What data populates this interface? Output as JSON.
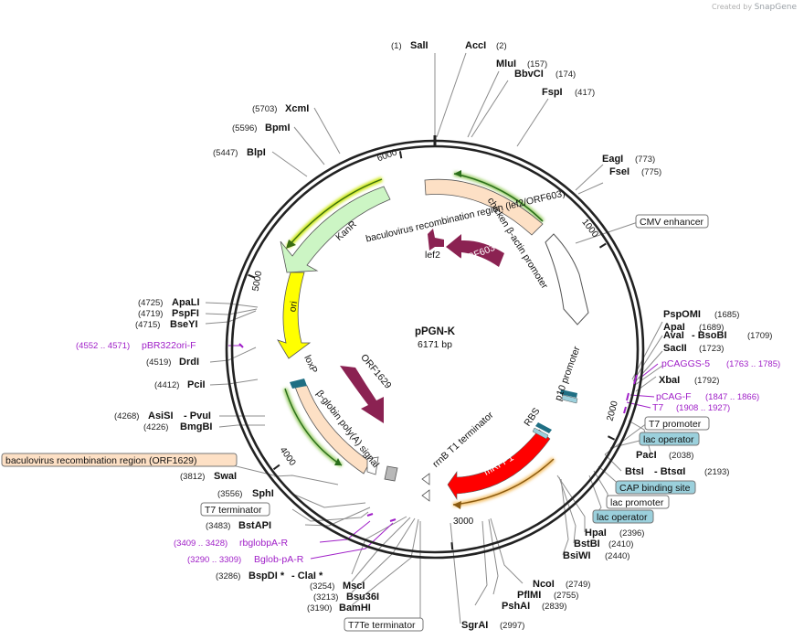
{
  "credit": {
    "prefix": "Created by",
    "brand": "SnapGene"
  },
  "plasmid": {
    "name": "pPGN-K",
    "size": "6171 bp",
    "length": 6171
  },
  "ticks": [
    "1000",
    "2000",
    "3000",
    "4000",
    "5000",
    "6000"
  ],
  "enzymes": {
    "SalI": {
      "name": "SalI",
      "pos": "(1)"
    },
    "AccI": {
      "name": "AccI",
      "pos": "(2)"
    },
    "MluI": {
      "name": "MluI",
      "pos": "(157)"
    },
    "BbvCI": {
      "name": "BbvCI",
      "pos": "(174)"
    },
    "FspI": {
      "name": "FspI",
      "pos": "(417)"
    },
    "EagI": {
      "name": "EagI",
      "pos": "(773)"
    },
    "FseI": {
      "name": "FseI",
      "pos": "(775)"
    },
    "PspOMI": {
      "name": "PspOMI",
      "pos": "(1685)"
    },
    "ApaI": {
      "name": "ApaI",
      "pos": "(1689)"
    },
    "AvaI": {
      "name": "AvaI",
      "name2": "BsoBI",
      "pos": "(1709)"
    },
    "SacII": {
      "name": "SacII",
      "pos": "(1723)"
    },
    "XbaI": {
      "name": "XbaI",
      "pos": "(1792)"
    },
    "PacI": {
      "name": "PacI",
      "pos": "(2038)"
    },
    "BtsI": {
      "name": "BtsI",
      "name2": "BtsαI",
      "pos": "(2193)"
    },
    "HpaI": {
      "name": "HpaI",
      "pos": "(2396)"
    },
    "BstBI": {
      "name": "BstBI",
      "pos": "(2410)"
    },
    "BsiWI": {
      "name": "BsiWI",
      "pos": "(2440)"
    },
    "NcoI": {
      "name": "NcoI",
      "pos": "(2749)"
    },
    "PflMI": {
      "name": "PflMI",
      "pos": "(2755)"
    },
    "PshAI": {
      "name": "PshAI",
      "pos": "(2839)"
    },
    "SgrAI": {
      "name": "SgrAI",
      "pos": "(2997)"
    },
    "BamHI": {
      "name": "BamHI",
      "pos": "(3190)"
    },
    "Bsu36I": {
      "name": "Bsu36I",
      "pos": "(3213)"
    },
    "MscI": {
      "name": "MscI",
      "pos": "(3254)"
    },
    "BspDI": {
      "name": "BspDI *",
      "name2": "ClaI *",
      "pos": "(3286)"
    },
    "BstAPI": {
      "name": "BstAPI",
      "pos": "(3483)"
    },
    "SphI": {
      "name": "SphI",
      "pos": "(3556)"
    },
    "SwaI": {
      "name": "SwaI",
      "pos": "(3812)"
    },
    "BmgBI": {
      "name": "BmgBI",
      "pos": "(4226)"
    },
    "AsiSI": {
      "name": "AsiSI",
      "name2": "PvuI",
      "pos": "(4268)"
    },
    "PciI": {
      "name": "PciI",
      "pos": "(4412)"
    },
    "DrdI": {
      "name": "DrdI",
      "pos": "(4519)"
    },
    "BseYI": {
      "name": "BseYI",
      "pos": "(4715)"
    },
    "PspFI": {
      "name": "PspFI",
      "pos": "(4719)"
    },
    "ApaLI": {
      "name": "ApaLI",
      "pos": "(4725)"
    },
    "BlpI": {
      "name": "BlpI",
      "pos": "(5447)"
    },
    "BpmI": {
      "name": "BpmI",
      "pos": "(5596)"
    },
    "XcmI": {
      "name": "XcmI",
      "pos": "(5703)"
    }
  },
  "primers": {
    "pCAGGS5": {
      "name": "pCAGGS-5",
      "range": "(1763 .. 1785)"
    },
    "pCAGF": {
      "name": "pCAG-F",
      "range": "(1847 .. 1866)"
    },
    "T7": {
      "name": "T7",
      "range": "(1908 .. 1927)"
    },
    "pBR322oriF": {
      "name": "pBR322ori-F",
      "range": "(4552 .. 4571)"
    },
    "rbglobpAR": {
      "name": "rbglobpA-R",
      "range": "(3409 .. 3428)"
    },
    "BglobpAR": {
      "name": "Bglob-pA-R",
      "range": "(3290 .. 3309)"
    }
  },
  "boxed_features": {
    "cmv": "CMV enhancer",
    "t7prom": "T7 promoter",
    "lacop1": "lac operator",
    "cap": "CAP binding site",
    "lacprom": "lac promoter",
    "lacop2": "lac operator",
    "t7term": "T7 terminator",
    "t7te": "T7Te terminator",
    "bacorf1629": "baculovirus recombination region (ORF1629)"
  },
  "features": {
    "kanr": "KanR",
    "ori": "ori",
    "orf603": "ORF603",
    "orf1629": "ORF1629",
    "lef2": "lef2",
    "mrfp1": "mRFP1",
    "loxp": "loxP",
    "bglobin": "β-globin poly(A) signal",
    "rrnb": "rrnB T1 terminator",
    "rbs": "RBS",
    "p10": "p10 promoter",
    "chicken": "chicken β-actin promoter",
    "bacleft": "baculovirus recombination region (lef2/ORF603)"
  },
  "colors": {
    "kanr": "#ccf5c4",
    "ori": "#ffff00",
    "orf": "#8b2252",
    "mrfp1": "#ff0000",
    "bac": "#fde0c5",
    "primer": "#a020c8",
    "lacop": "#9bd0dc",
    "loxp": "#1f6f84"
  }
}
